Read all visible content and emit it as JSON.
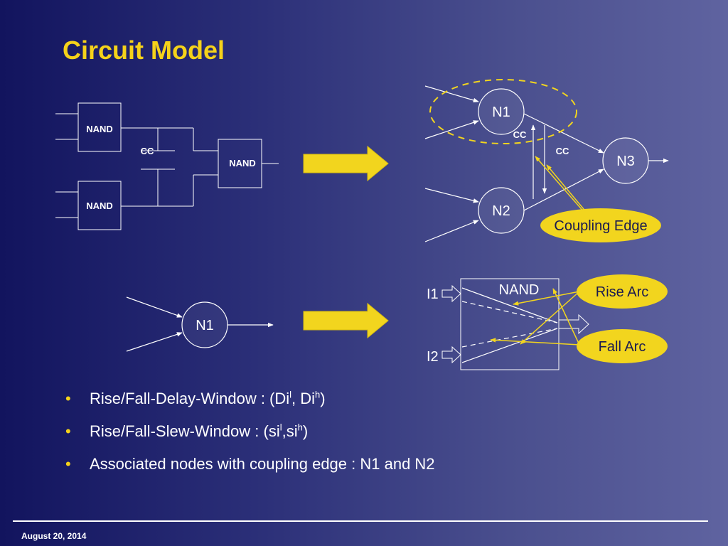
{
  "slide": {
    "title": "Circuit Model",
    "footer_date": "August 20, 2014"
  },
  "colors": {
    "background_dark": "#12145e",
    "background_light": "#5f63a0",
    "title": "#f5d21a",
    "accent_arrow": "#f2d51e",
    "callout_fill": "#f2d51e",
    "text": "#ffffff"
  },
  "gate_schematic": {
    "gate1": "NAND",
    "gate2": "NAND",
    "gate3": "NAND",
    "coupling_cap": "CC"
  },
  "node_graph": {
    "node1": "N1",
    "node2": "N2",
    "node3": "N3",
    "cc_a": "CC",
    "cc_b": "CC",
    "callout": "Coupling Edge"
  },
  "single_node": {
    "node": "N1"
  },
  "timing_arcs": {
    "gate": "NAND",
    "input1": "I1",
    "input2": "I2",
    "rise_callout": "Rise Arc",
    "fall_callout": "Fall Arc"
  },
  "bullets": [
    {
      "prefix": "Rise/Fall-Delay-Window : (Di",
      "sup1": "l",
      "middle": ", Di",
      "sup2": "h",
      "suffix": ")"
    },
    {
      "prefix": "Rise/Fall-Slew-Window : (si",
      "sup1": "l",
      "middle": ",si",
      "sup2": "h",
      "suffix": ")"
    },
    {
      "text": "Associated nodes with coupling edge : N1 and N2"
    }
  ]
}
